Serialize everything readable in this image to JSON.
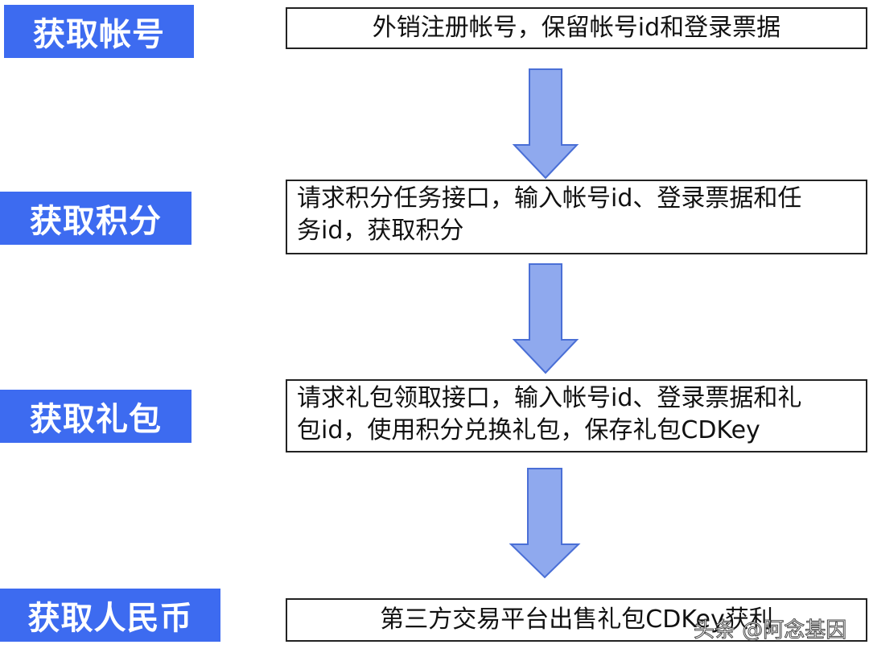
{
  "stages": [
    {
      "label": "获取帐号"
    },
    {
      "label": "获取积分"
    },
    {
      "label": "获取礼包"
    },
    {
      "label": "获取人民币"
    }
  ],
  "steps": [
    {
      "text": "外销注册帐号，保留帐号id和登录票据"
    },
    {
      "text_lines": [
        "请求积分任务接口，输入帐号id、登录票据和任",
        "务id，获取积分"
      ]
    },
    {
      "text_lines": [
        "请求礼包领取接口，输入帐号id、登录票据和礼",
        "包id，使用积分兑换礼包，保存礼包CDKey"
      ]
    },
    {
      "text": "第三方交易平台出售礼包CDKey获利"
    }
  ],
  "watermark": "头条 @阿念基因",
  "colors": {
    "label_bg": "#3d6bf0",
    "arrow_fill": "#8fa9ee",
    "arrow_stroke": "#4a6fd6"
  }
}
